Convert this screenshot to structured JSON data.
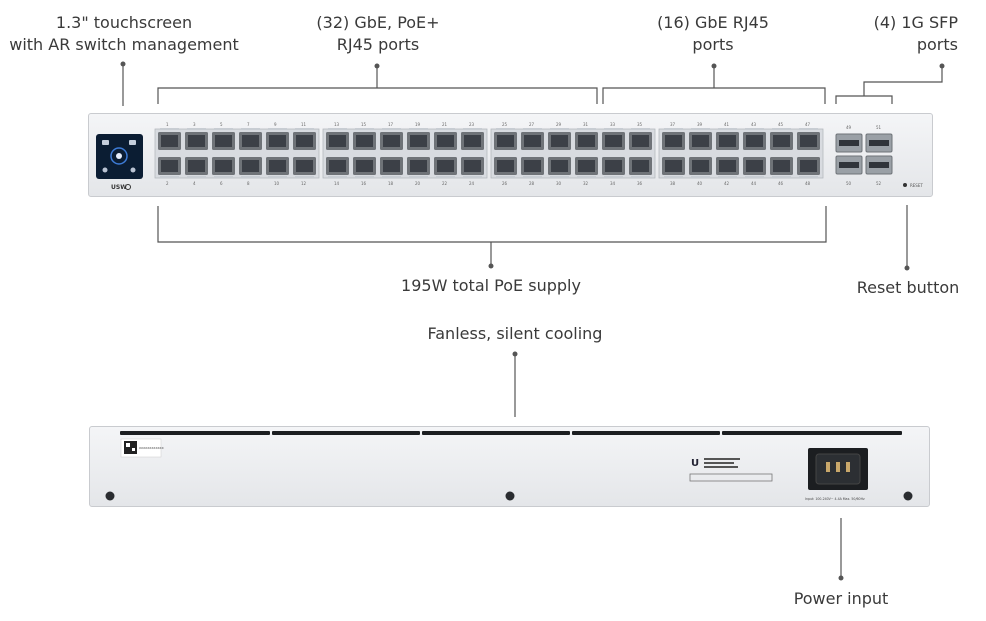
{
  "callouts": {
    "touchscreen": [
      "1.3\" touchscreen",
      "with AR switch management"
    ],
    "poe_ports": [
      "(32) GbE, PoE+",
      "RJ45 ports"
    ],
    "gbe_ports": [
      "(16) GbE RJ45",
      "ports"
    ],
    "sfp_ports": [
      "(4) 1G SFP",
      "ports"
    ],
    "poe_supply": "195W total PoE supply",
    "reset_button": "Reset button",
    "cooling": "Fanless, silent cooling",
    "power_input": "Power input"
  },
  "front_panel": {
    "brand": "USW",
    "reset_label": "RESET",
    "rj45_port_count": 48,
    "sfp_port_count": 4,
    "top_numbers": [
      "1",
      "3",
      "5",
      "7",
      "9",
      "11",
      "13",
      "15",
      "17",
      "19",
      "21",
      "23",
      "25",
      "27",
      "29",
      "31",
      "33",
      "35",
      "37",
      "39",
      "41",
      "43",
      "45",
      "47"
    ],
    "bottom_numbers": [
      "2",
      "4",
      "6",
      "8",
      "10",
      "12",
      "14",
      "16",
      "18",
      "20",
      "22",
      "24",
      "26",
      "28",
      "30",
      "32",
      "34",
      "36",
      "38",
      "40",
      "42",
      "44",
      "46",
      "48"
    ],
    "sfp_top_numbers": [
      "49",
      "51"
    ],
    "sfp_bottom_numbers": [
      "50",
      "52"
    ]
  },
  "rear_panel": {
    "label_text": [
      "XXXXXXXXXXXX"
    ],
    "power_rating": "Input: 100-240V~ 4.4A Max. 50/60Hz"
  },
  "colors": {
    "panel": "#eceef1",
    "port_frame": "#6f7378",
    "port_inner": "#3c4047",
    "led": "#c8cdd3",
    "screen": "#0b1d33",
    "screen_accent": "#3d7bd6",
    "leader_line": "#555555"
  }
}
